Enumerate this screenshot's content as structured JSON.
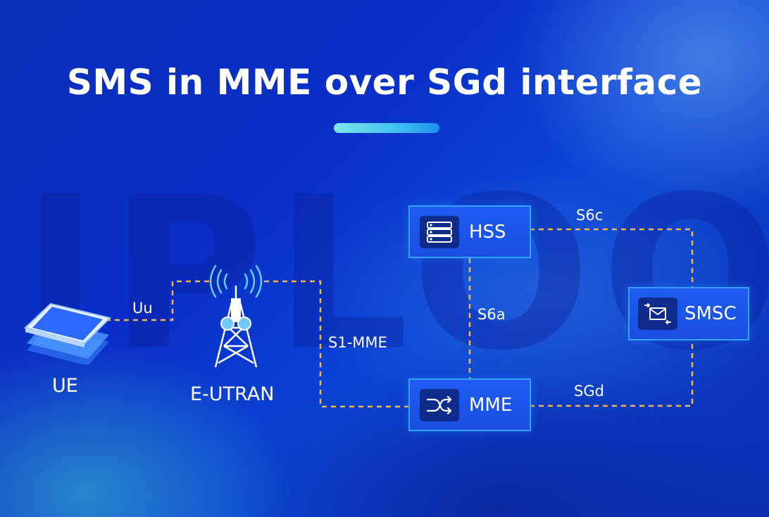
{
  "title": "SMS in MME over SGd interface",
  "watermark": "IPLOOK",
  "nodes": {
    "ue": {
      "label": "UE",
      "icon": "smartphone-icon"
    },
    "eutran": {
      "label": "E-UTRAN",
      "icon": "cell-tower-icon"
    },
    "hss": {
      "label": "HSS",
      "icon": "server-list-icon"
    },
    "mme": {
      "label": "MME",
      "icon": "shuffle-arrows-icon"
    },
    "smsc": {
      "label": "SMSC",
      "icon": "mail-exchange-icon"
    }
  },
  "links": {
    "uu": "Uu",
    "s1_mme": "S1-MME",
    "s6a": "S6a",
    "s6c": "S6c",
    "sgd": "SGd"
  },
  "colors": {
    "link_line": "#f2b64a",
    "node_fill": "#1a52e6",
    "node_border": "#35a2ff",
    "accent_bar": "#3ec2f0"
  }
}
